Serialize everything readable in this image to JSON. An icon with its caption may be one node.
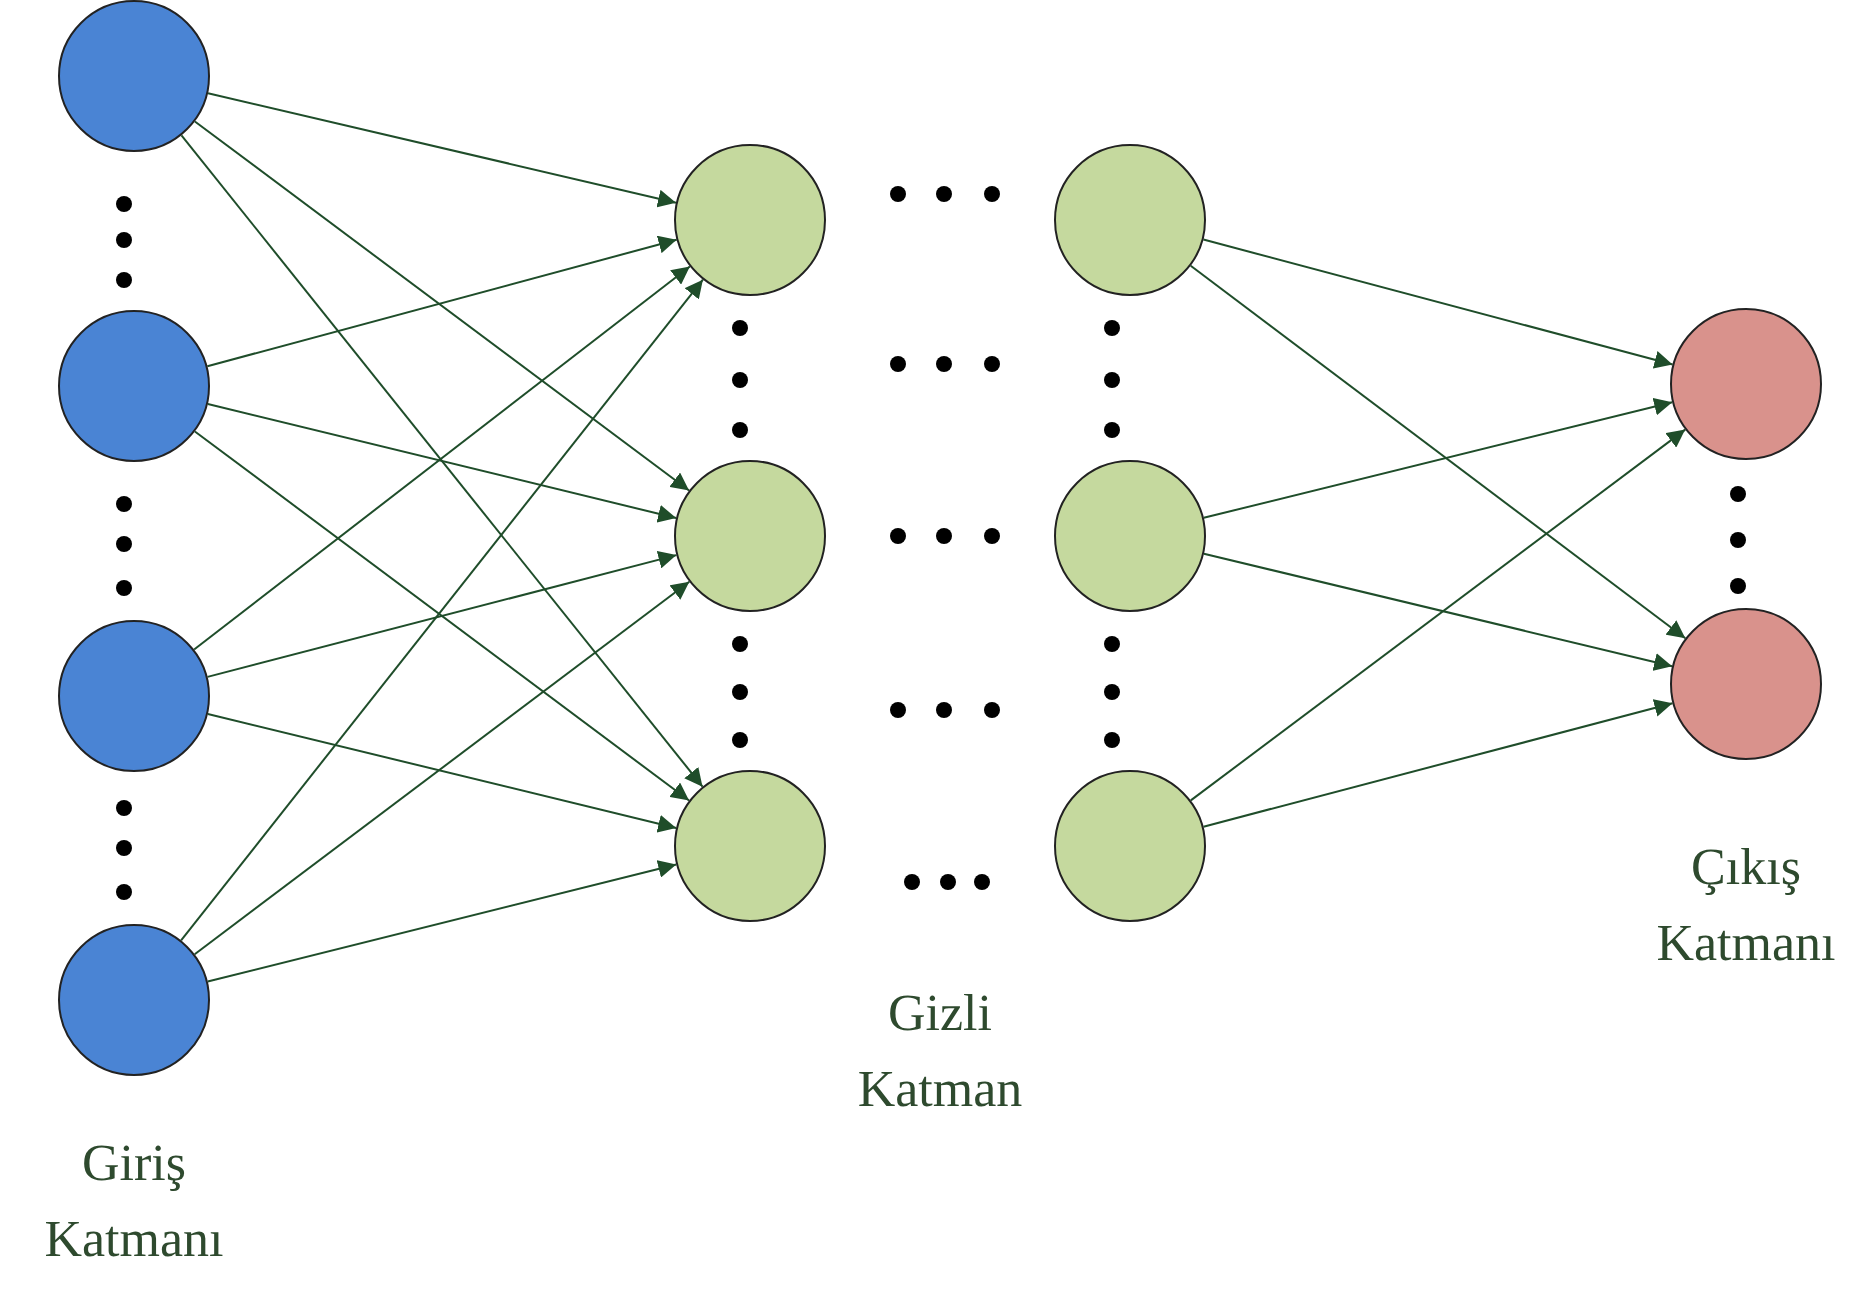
{
  "diagram": {
    "nodes": [
      {
        "text": [],
        "shape": "circle"
      },
      {
        "text": [],
        "shape": "circle"
      },
      {
        "text": [],
        "shape": "circle"
      },
      {
        "text": [],
        "shape": "circle"
      },
      {
        "text": [],
        "shape": "circle"
      },
      {
        "text": [],
        "shape": "circle"
      },
      {
        "text": [],
        "shape": "circle"
      },
      {
        "text": [],
        "shape": "circle"
      },
      {
        "text": [],
        "shape": "circle"
      },
      {
        "text": [],
        "shape": "circle"
      },
      {
        "text": [],
        "shape": "circle"
      },
      {
        "text": [],
        "shape": "circle"
      }
    ],
    "edges": [
      {
        "from": 0,
        "to": 4,
        "arrow": "to"
      },
      {
        "from": 0,
        "to": 5,
        "arrow": "to"
      },
      {
        "from": 0,
        "to": 6,
        "arrow": "to"
      },
      {
        "from": 1,
        "to": 4,
        "arrow": "to"
      },
      {
        "from": 1,
        "to": 5,
        "arrow": "to"
      },
      {
        "from": 1,
        "to": 6,
        "arrow": "to"
      },
      {
        "from": 2,
        "to": 4,
        "arrow": "to"
      },
      {
        "from": 2,
        "to": 5,
        "arrow": "to"
      },
      {
        "from": 2,
        "to": 6,
        "arrow": "to"
      },
      {
        "from": 3,
        "to": 4,
        "arrow": "to"
      },
      {
        "from": 3,
        "to": 5,
        "arrow": "to"
      },
      {
        "from": 3,
        "to": 6,
        "arrow": "to"
      },
      {
        "from": 7,
        "to": 10,
        "arrow": "to"
      },
      {
        "from": 7,
        "to": 11,
        "arrow": "to"
      },
      {
        "from": 8,
        "to": 10,
        "arrow": "to"
      },
      {
        "from": 8,
        "to": 11,
        "arrow": "to"
      },
      {
        "from": 9,
        "to": 10,
        "arrow": "to"
      },
      {
        "from": 9,
        "to": 11,
        "arrow": "to"
      }
    ],
    "labels": [
      "Çıkış Katmanı",
      "Gizli Katman",
      "Giriş Katmanı"
    ]
  }
}
